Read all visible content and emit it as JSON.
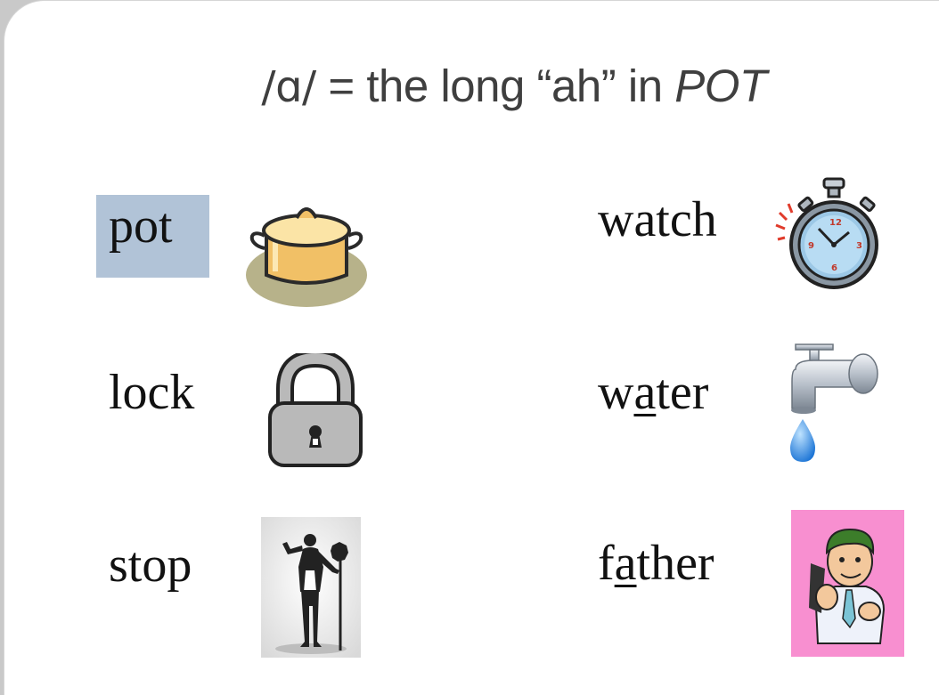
{
  "title": {
    "ipa": "/ɑ/",
    "text": " = the long “ah” in ",
    "emphasis": "POT"
  },
  "words": {
    "pot": "pot",
    "lock": "lock",
    "stop": "stop",
    "watch": "watch",
    "water": {
      "pre": "w",
      "mark": "a",
      "post": "ter"
    },
    "father": {
      "pre": "f",
      "mark": "a",
      "post": "ther"
    }
  },
  "colors": {
    "highlight": "#b1c3d7",
    "father_bg": "#f88fd0",
    "title_text": "#3f3f3f"
  },
  "icons": [
    "pot-icon",
    "padlock-icon",
    "stop-sign-person-image",
    "stopwatch-icon",
    "faucet-icon",
    "father-cartoon-image"
  ]
}
